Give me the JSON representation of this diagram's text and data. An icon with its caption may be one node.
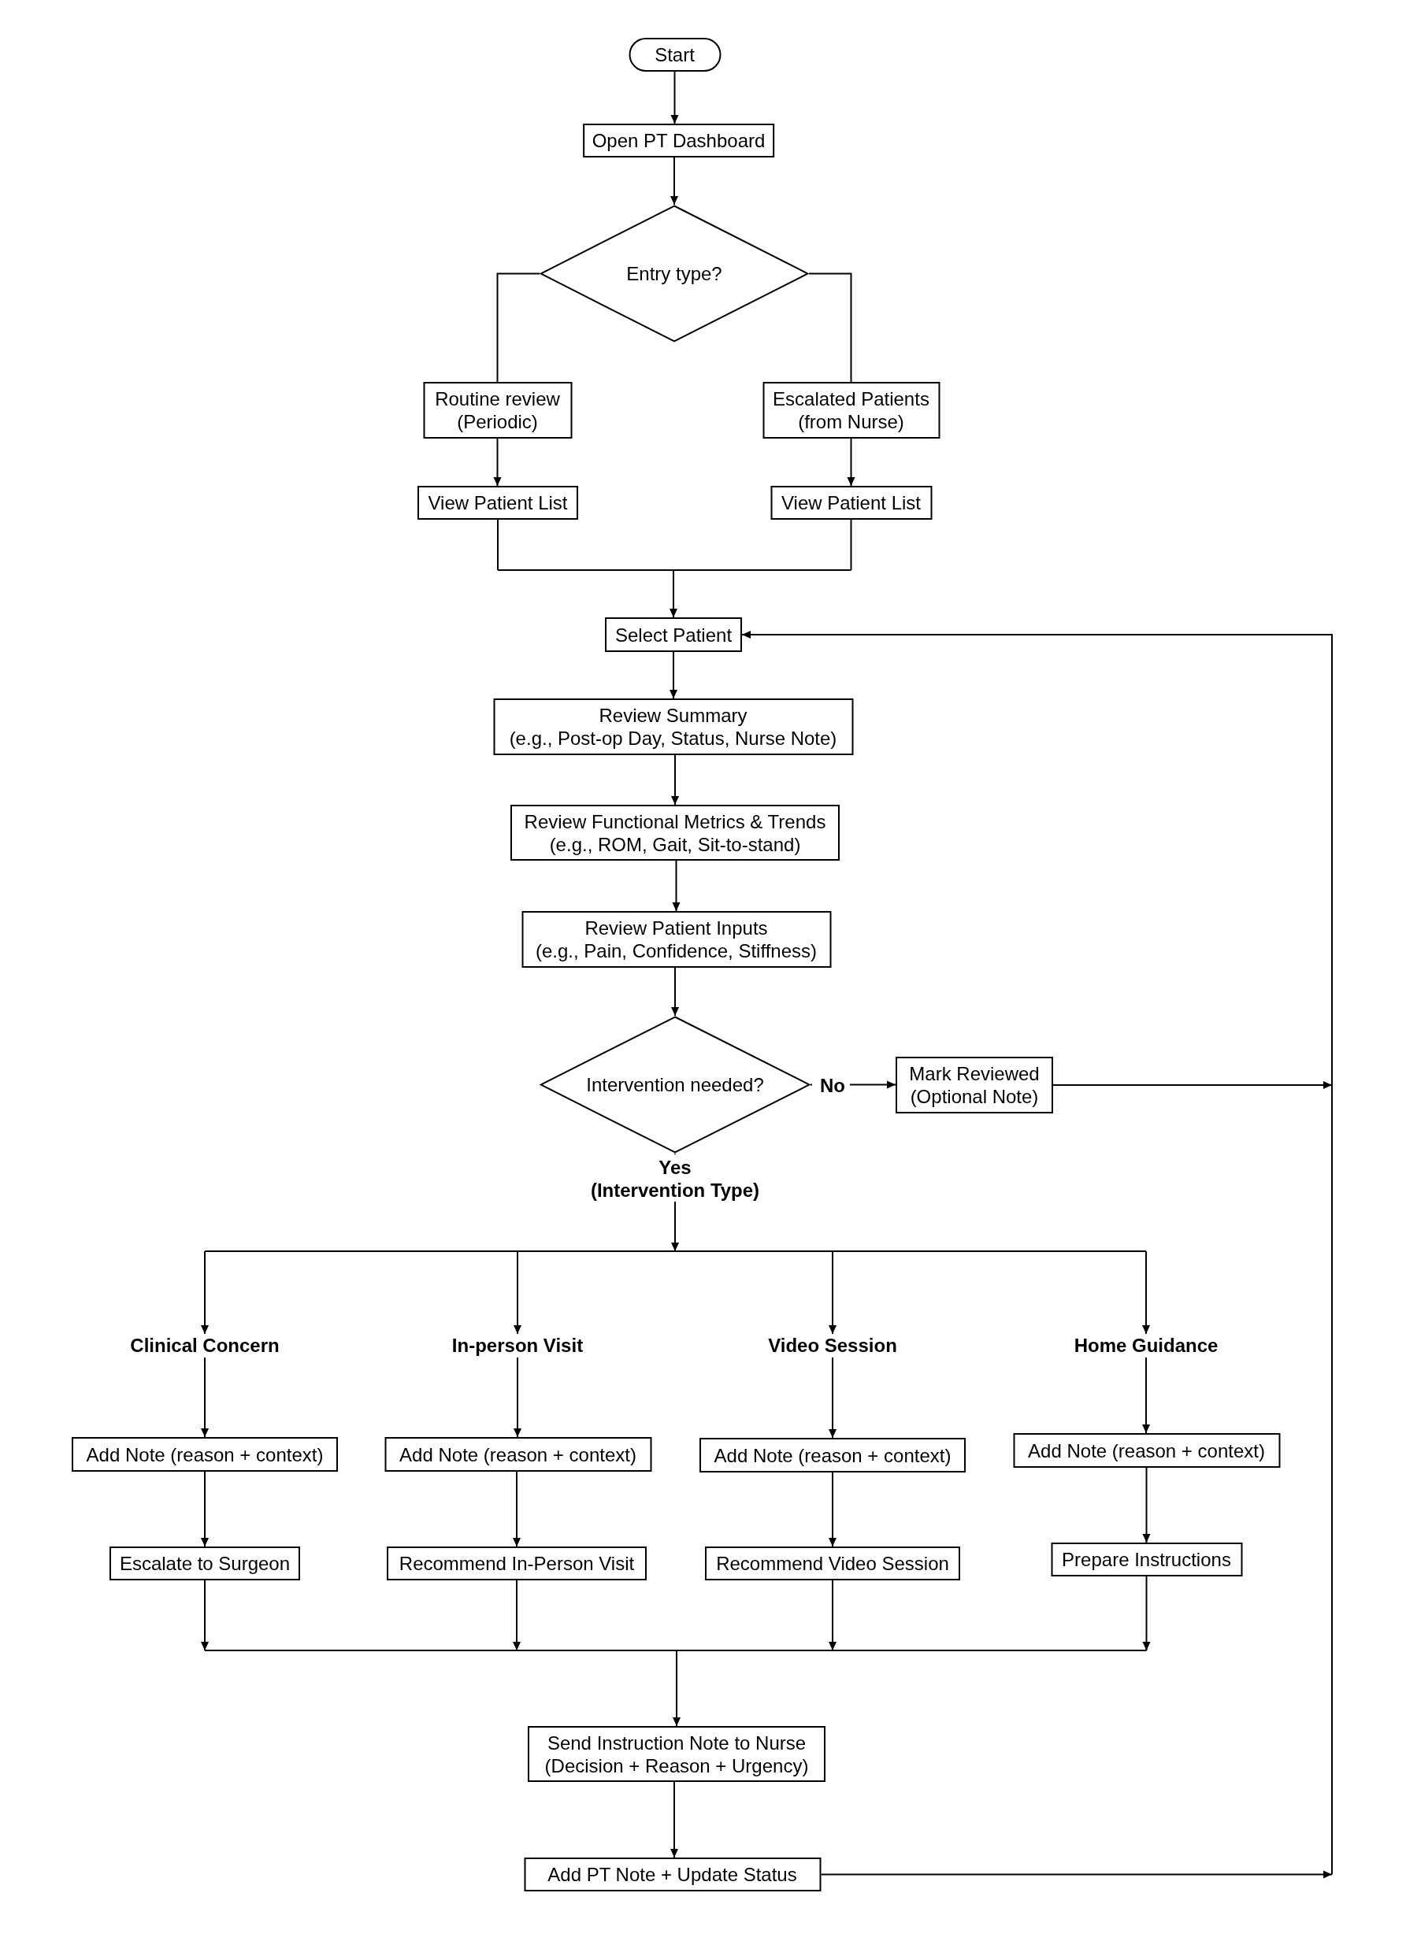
{
  "diagram": {
    "nodes": [
      {
        "text": [
          "Start"
        ]
      },
      {
        "text": [
          "Open PT Dashboard"
        ]
      },
      {
        "text": [
          "Entry type?"
        ]
      },
      {
        "text": [
          "Routine review",
          "(Periodic)"
        ]
      },
      {
        "text": [
          "Escalated Patients",
          "(from Nurse)"
        ]
      },
      {
        "text": [
          "View Patient List"
        ]
      },
      {
        "text": [
          "View Patient List"
        ]
      },
      {
        "text": [
          "Select Patient"
        ]
      },
      {
        "text": [
          "Review Summary",
          "(e.g., Post-op Day, Status, Nurse Note)"
        ]
      },
      {
        "text": [
          "Review Functional Metrics & Trends",
          "(e.g., ROM, Gait, Sit-to-stand)"
        ]
      },
      {
        "text": [
          "Review Patient Inputs",
          "(e.g., Pain, Confidence, Stiffness)"
        ]
      },
      {
        "text": [
          "Intervention needed?"
        ]
      },
      {
        "text": [
          "Mark Reviewed",
          "(Optional Note)"
        ]
      },
      {
        "text": [
          "Clinical Concern"
        ]
      },
      {
        "text": [
          "In-person Visit"
        ]
      },
      {
        "text": [
          "Video Session"
        ]
      },
      {
        "text": [
          "Home Guidance"
        ]
      },
      {
        "text": [
          "Add Note (reason + context)"
        ]
      },
      {
        "text": [
          "Add Note (reason + context)"
        ]
      },
      {
        "text": [
          "Add Note (reason + context)"
        ]
      },
      {
        "text": [
          "Add Note (reason + context)"
        ]
      },
      {
        "text": [
          "Escalate to Surgeon"
        ]
      },
      {
        "text": [
          "Recommend In-Person Visit"
        ]
      },
      {
        "text": [
          "Recommend Video Session"
        ]
      },
      {
        "text": [
          "Prepare Instructions"
        ]
      },
      {
        "text": [
          "Send Instruction Note to Nurse",
          "(Decision + Reason + Urgency)"
        ]
      },
      {
        "text": [
          "Add PT Note + Update Status"
        ]
      }
    ],
    "edges": [
      {
        "from": 0,
        "to": 1,
        "arrow": "to"
      },
      {
        "from": 1,
        "to": 2,
        "arrow": "to"
      },
      {
        "from": 2,
        "to": 3,
        "arrow": "none"
      },
      {
        "from": 2,
        "to": 4,
        "arrow": "none"
      },
      {
        "from": 3,
        "to": 5,
        "arrow": "to"
      },
      {
        "from": 4,
        "to": 6,
        "arrow": "to"
      },
      {
        "from": 5,
        "to": 7,
        "arrow": "to"
      },
      {
        "from": 6,
        "to": 7,
        "arrow": "to"
      },
      {
        "from": 7,
        "to": 8,
        "arrow": "to"
      },
      {
        "from": 8,
        "to": 9,
        "arrow": "to"
      },
      {
        "from": 9,
        "to": 10,
        "arrow": "to"
      },
      {
        "from": 10,
        "to": 11,
        "arrow": "to"
      },
      {
        "from": 11,
        "to": 12,
        "arrow": "to",
        "label": "No"
      },
      {
        "from": 11,
        "to": 13,
        "arrow": "to",
        "label": "Yes (Intervention Type)"
      },
      {
        "from": 11,
        "to": 14,
        "arrow": "to"
      },
      {
        "from": 11,
        "to": 15,
        "arrow": "to"
      },
      {
        "from": 11,
        "to": 16,
        "arrow": "to"
      },
      {
        "from": 13,
        "to": 17,
        "arrow": "to"
      },
      {
        "from": 14,
        "to": 18,
        "arrow": "to"
      },
      {
        "from": 15,
        "to": 19,
        "arrow": "to"
      },
      {
        "from": 16,
        "to": 20,
        "arrow": "to"
      },
      {
        "from": 17,
        "to": 21,
        "arrow": "to"
      },
      {
        "from": 18,
        "to": 22,
        "arrow": "to"
      },
      {
        "from": 19,
        "to": 23,
        "arrow": "to"
      },
      {
        "from": 20,
        "to": 24,
        "arrow": "to"
      },
      {
        "from": 21,
        "to": 25,
        "arrow": "to"
      },
      {
        "from": 22,
        "to": 25,
        "arrow": "to"
      },
      {
        "from": 23,
        "to": 25,
        "arrow": "to"
      },
      {
        "from": 24,
        "to": 25,
        "arrow": "to"
      },
      {
        "from": 25,
        "to": 26,
        "arrow": "to"
      },
      {
        "from": 12,
        "to": 7,
        "arrow": "to"
      },
      {
        "from": 26,
        "to": 7,
        "arrow": "to"
      }
    ]
  }
}
